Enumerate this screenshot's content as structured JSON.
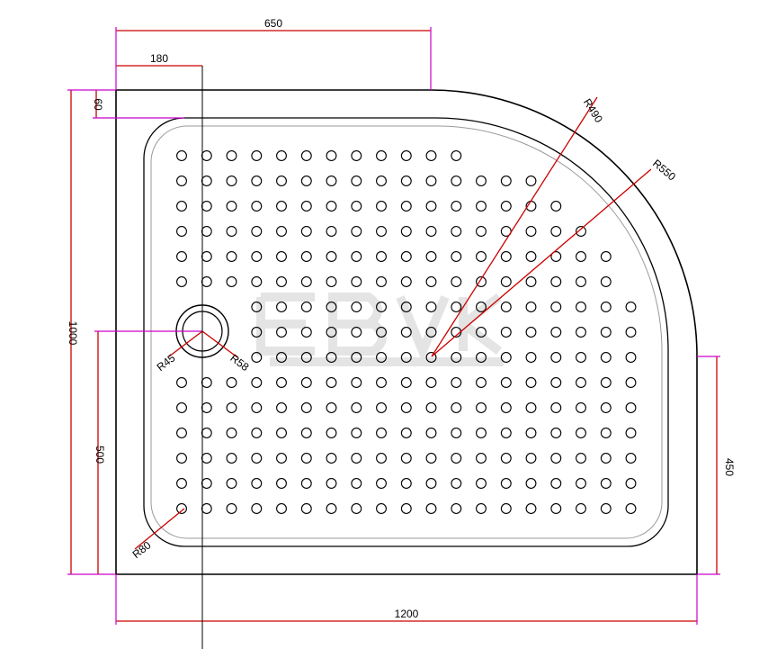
{
  "dimensions": {
    "overall_width": "1200",
    "overall_depth": "1000",
    "straight_top": "650",
    "drain_offset_x": "180",
    "border_top": "60",
    "drain_offset_y": "500",
    "straight_side": "450",
    "radius_outer": "R550",
    "radius_inner": "R490",
    "drain_radius_small": "R45",
    "drain_radius_large": "R58",
    "corner_radius": "R80"
  },
  "colors": {
    "outline": "#000000",
    "dimension_line": "#cc0000",
    "extension_line": "#cc00cc",
    "hole": "#000000"
  }
}
